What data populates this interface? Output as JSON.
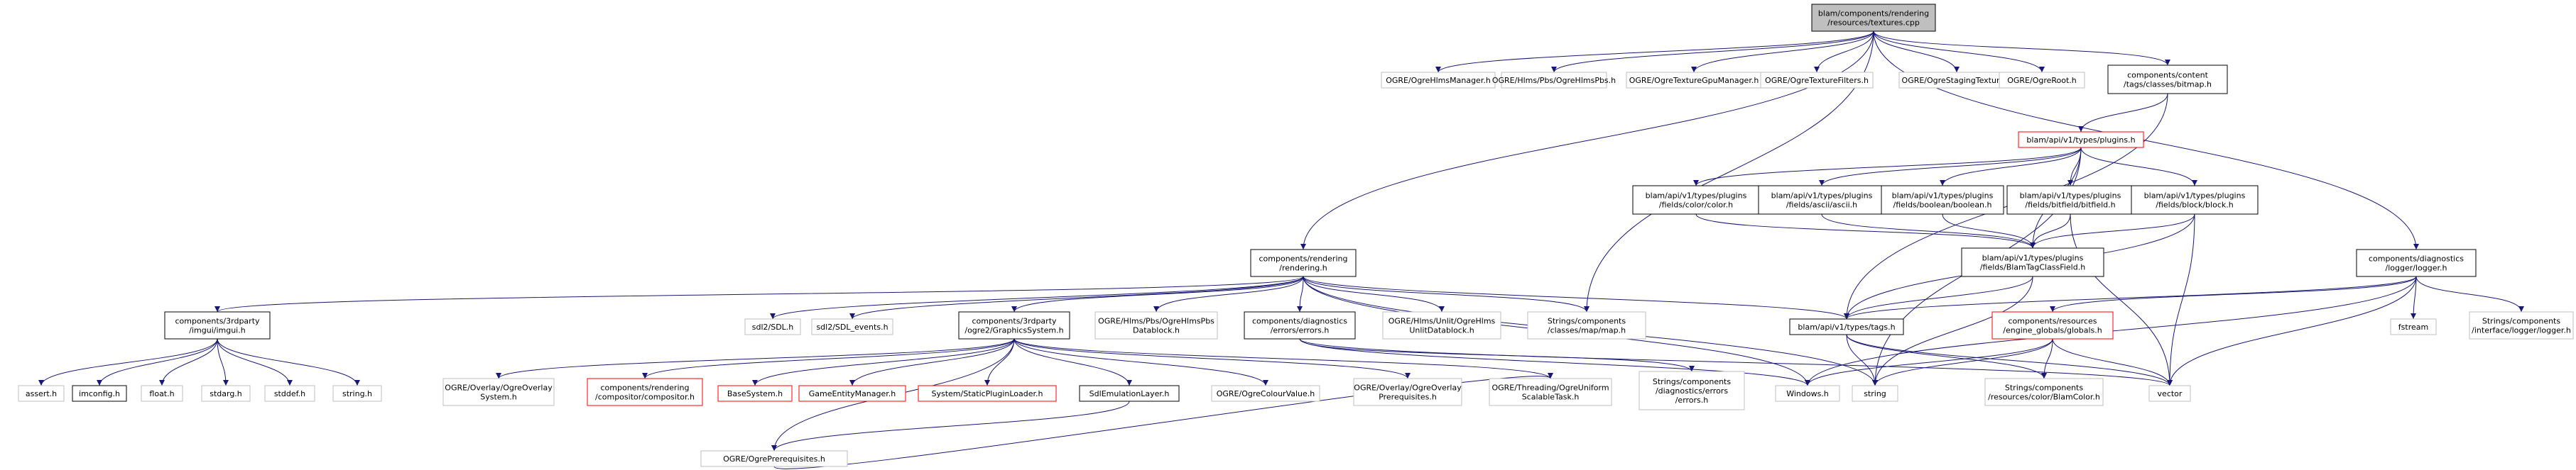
{
  "diagram": {
    "colors": {
      "edge": "#191970",
      "black_border": "#000000",
      "grey_border": "#bfbfbf",
      "red_border": "#ff0000",
      "root_fill": "#bfbfbf",
      "node_fill": "#ffffff"
    },
    "nodes": [
      {
        "id": "root",
        "lines": [
          "blam/components/rendering",
          "/resources/textures.cpp"
        ],
        "style": "root"
      },
      {
        "id": "hlmsmgr",
        "lines": [
          "OGRE/OgreHlmsManager.h"
        ],
        "style": "grey"
      },
      {
        "id": "hlmspbs",
        "lines": [
          "OGRE/Hlms/Pbs/OgreHlmsPbs.h"
        ],
        "style": "grey"
      },
      {
        "id": "texgpu",
        "lines": [
          "OGRE/OgreTextureGpuManager.h"
        ],
        "style": "grey"
      },
      {
        "id": "texfilt",
        "lines": [
          "OGRE/OgreTextureFilters.h"
        ],
        "style": "grey"
      },
      {
        "id": "staging",
        "lines": [
          "OGRE/OgreStagingTexture.h"
        ],
        "style": "grey"
      },
      {
        "id": "ogreroot",
        "lines": [
          "OGRE/OgreRoot.h"
        ],
        "style": "grey"
      },
      {
        "id": "bitmap",
        "lines": [
          "components/content",
          "/tags/classes/bitmap.h"
        ],
        "style": "black"
      },
      {
        "id": "plugins",
        "lines": [
          "blam/api/v1/types/plugins.h"
        ],
        "style": "red"
      },
      {
        "id": "color",
        "lines": [
          "blam/api/v1/types/plugins",
          "/fields/color/color.h"
        ],
        "style": "black"
      },
      {
        "id": "ascii",
        "lines": [
          "blam/api/v1/types/plugins",
          "/fields/ascii/ascii.h"
        ],
        "style": "black"
      },
      {
        "id": "boolean",
        "lines": [
          "blam/api/v1/types/plugins",
          "/fields/boolean/boolean.h"
        ],
        "style": "black"
      },
      {
        "id": "bitfield",
        "lines": [
          "blam/api/v1/types/plugins",
          "/fields/bitfield/bitfield.h"
        ],
        "style": "black"
      },
      {
        "id": "block",
        "lines": [
          "blam/api/v1/types/plugins",
          "/fields/block/block.h"
        ],
        "style": "black"
      },
      {
        "id": "tagclassfield",
        "lines": [
          "blam/api/v1/types/plugins",
          "/fields/BlamTagClassField.h"
        ],
        "style": "black"
      },
      {
        "id": "rendering",
        "lines": [
          "components/rendering",
          "/rendering.h"
        ],
        "style": "black"
      },
      {
        "id": "logger",
        "lines": [
          "components/diagnostics",
          "/logger/logger.h"
        ],
        "style": "black"
      },
      {
        "id": "imgui",
        "lines": [
          "components/3rdparty",
          "/imgui/imgui.h"
        ],
        "style": "black"
      },
      {
        "id": "sdl",
        "lines": [
          "sdl2/SDL.h"
        ],
        "style": "grey"
      },
      {
        "id": "sdlevents",
        "lines": [
          "sdl2/SDL_events.h"
        ],
        "style": "grey"
      },
      {
        "id": "gfxsys",
        "lines": [
          "components/3rdparty",
          "/ogre2/GraphicsSystem.h"
        ],
        "style": "black"
      },
      {
        "id": "hlmspbsdb",
        "lines": [
          "OGRE/Hlms/Pbs/OgreHlmsPbs",
          "Datablock.h"
        ],
        "style": "grey"
      },
      {
        "id": "errors",
        "lines": [
          "components/diagnostics",
          "/errors/errors.h"
        ],
        "style": "black"
      },
      {
        "id": "unlitdb",
        "lines": [
          "OGRE/Hlms/Unlit/OgreHlms",
          "UnlitDatablock.h"
        ],
        "style": "grey"
      },
      {
        "id": "mapmap",
        "lines": [
          "Strings/components",
          "/classes/map/map.h"
        ],
        "style": "grey"
      },
      {
        "id": "tags",
        "lines": [
          "blam/api/v1/types/tags.h"
        ],
        "style": "black"
      },
      {
        "id": "engglobals",
        "lines": [
          "components/resources",
          "/engine_globals/globals.h"
        ],
        "style": "red"
      },
      {
        "id": "fstream",
        "lines": [
          "fstream"
        ],
        "style": "grey"
      },
      {
        "id": "strlogger",
        "lines": [
          "Strings/components",
          "/interface/logger/logger.h"
        ],
        "style": "grey"
      },
      {
        "id": "assert",
        "lines": [
          "assert.h"
        ],
        "style": "grey"
      },
      {
        "id": "imconfig",
        "lines": [
          "imconfig.h"
        ],
        "style": "black"
      },
      {
        "id": "float",
        "lines": [
          "float.h"
        ],
        "style": "grey"
      },
      {
        "id": "stdarg",
        "lines": [
          "stdarg.h"
        ],
        "style": "grey"
      },
      {
        "id": "stddef",
        "lines": [
          "stddef.h"
        ],
        "style": "grey"
      },
      {
        "id": "string_h",
        "lines": [
          "string.h"
        ],
        "style": "grey"
      },
      {
        "id": "ovlsys",
        "lines": [
          "OGRE/Overlay/OgreOverlay",
          "System.h"
        ],
        "style": "grey"
      },
      {
        "id": "compositor",
        "lines": [
          "components/rendering",
          "/compositor/compositor.h"
        ],
        "style": "red"
      },
      {
        "id": "basesys",
        "lines": [
          "BaseSystem.h"
        ],
        "style": "red"
      },
      {
        "id": "gem",
        "lines": [
          "GameEntityManager.h"
        ],
        "style": "red"
      },
      {
        "id": "spl",
        "lines": [
          "System/StaticPluginLoader.h"
        ],
        "style": "red"
      },
      {
        "id": "sdlemu",
        "lines": [
          "SdlEmulationLayer.h"
        ],
        "style": "black"
      },
      {
        "id": "colourval",
        "lines": [
          "OGRE/OgreColourValue.h"
        ],
        "style": "grey"
      },
      {
        "id": "ovlprereq",
        "lines": [
          "OGRE/Overlay/OgreOverlay",
          "Prerequisites.h"
        ],
        "style": "grey"
      },
      {
        "id": "threading",
        "lines": [
          "OGRE/Threading/OgreUniform",
          "ScalableTask.h"
        ],
        "style": "grey"
      },
      {
        "id": "strerrors",
        "lines": [
          "Strings/components",
          "/diagnostics/errors",
          "/errors.h"
        ],
        "style": "grey"
      },
      {
        "id": "windows",
        "lines": [
          "Windows.h"
        ],
        "style": "grey"
      },
      {
        "id": "string",
        "lines": [
          "string"
        ],
        "style": "grey"
      },
      {
        "id": "blamcolor",
        "lines": [
          "Strings/components",
          "/resources/color/BlamColor.h"
        ],
        "style": "grey"
      },
      {
        "id": "vector",
        "lines": [
          "vector"
        ],
        "style": "grey"
      },
      {
        "id": "prereq",
        "lines": [
          "OGRE/OgrePrerequisites.h"
        ],
        "style": "grey"
      }
    ],
    "edges": [
      [
        "root",
        "hlmsmgr"
      ],
      [
        "root",
        "hlmspbs"
      ],
      [
        "root",
        "texgpu"
      ],
      [
        "root",
        "texfilt"
      ],
      [
        "root",
        "staging"
      ],
      [
        "root",
        "ogreroot"
      ],
      [
        "root",
        "bitmap"
      ],
      [
        "root",
        "rendering"
      ],
      [
        "root",
        "mapmap"
      ],
      [
        "root",
        "logger"
      ],
      [
        "bitmap",
        "plugins"
      ],
      [
        "bitmap",
        "tags"
      ],
      [
        "plugins",
        "color"
      ],
      [
        "plugins",
        "ascii"
      ],
      [
        "plugins",
        "boolean"
      ],
      [
        "plugins",
        "bitfield"
      ],
      [
        "plugins",
        "block"
      ],
      [
        "plugins",
        "tagclassfield"
      ],
      [
        "plugins",
        "string"
      ],
      [
        "color",
        "tagclassfield"
      ],
      [
        "ascii",
        "tagclassfield"
      ],
      [
        "boolean",
        "tagclassfield"
      ],
      [
        "bitfield",
        "tagclassfield"
      ],
      [
        "bitfield",
        "vector"
      ],
      [
        "block",
        "tagclassfield"
      ],
      [
        "block",
        "tags"
      ],
      [
        "block",
        "vector"
      ],
      [
        "tagclassfield",
        "tags"
      ],
      [
        "tagclassfield",
        "string"
      ],
      [
        "rendering",
        "imgui"
      ],
      [
        "rendering",
        "sdl"
      ],
      [
        "rendering",
        "sdlevents"
      ],
      [
        "rendering",
        "gfxsys"
      ],
      [
        "rendering",
        "hlmspbsdb"
      ],
      [
        "rendering",
        "errors"
      ],
      [
        "rendering",
        "unlitdb"
      ],
      [
        "rendering",
        "mapmap"
      ],
      [
        "rendering",
        "tags"
      ],
      [
        "rendering",
        "string"
      ],
      [
        "rendering",
        "windows"
      ],
      [
        "logger",
        "tags"
      ],
      [
        "logger",
        "engglobals"
      ],
      [
        "logger",
        "fstream"
      ],
      [
        "logger",
        "strlogger"
      ],
      [
        "logger",
        "vector"
      ],
      [
        "logger",
        "windows"
      ],
      [
        "imgui",
        "assert"
      ],
      [
        "imgui",
        "imconfig"
      ],
      [
        "imgui",
        "float"
      ],
      [
        "imgui",
        "stdarg"
      ],
      [
        "imgui",
        "stddef"
      ],
      [
        "imgui",
        "string_h"
      ],
      [
        "gfxsys",
        "ovlsys"
      ],
      [
        "gfxsys",
        "compositor"
      ],
      [
        "gfxsys",
        "basesys"
      ],
      [
        "gfxsys",
        "gem"
      ],
      [
        "gfxsys",
        "spl"
      ],
      [
        "gfxsys",
        "sdlemu"
      ],
      [
        "gfxsys",
        "colourval"
      ],
      [
        "gfxsys",
        "ovlprereq"
      ],
      [
        "gfxsys",
        "threading"
      ],
      [
        "gfxsys",
        "prereq"
      ],
      [
        "sdlemu",
        "prereq"
      ],
      [
        "errors",
        "strerrors"
      ],
      [
        "errors",
        "windows"
      ],
      [
        "errors",
        "vector"
      ],
      [
        "tags",
        "string"
      ],
      [
        "tags",
        "blamcolor"
      ],
      [
        "tags",
        "vector"
      ],
      [
        "engglobals",
        "string"
      ],
      [
        "engglobals",
        "blamcolor"
      ],
      [
        "engglobals",
        "vector"
      ],
      [
        "engglobals",
        "windows"
      ],
      [
        "prereq",
        "threading"
      ]
    ]
  }
}
